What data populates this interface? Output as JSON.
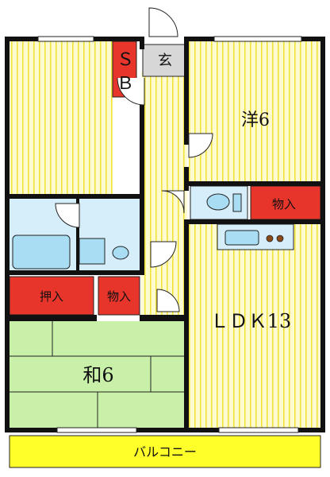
{
  "rooms": {
    "western_room": "洋6",
    "japanese_room": "和6",
    "ldk": "ＬＤＫ13",
    "entrance": "玄",
    "balcony": "バルコニー",
    "sb_top": "Ｓ",
    "sb_bottom": "Ｂ",
    "closet_upper": "物入",
    "closet_lower": "物入",
    "oshiire": "押入"
  },
  "colors": {
    "wall": "#111111",
    "stripe_yellow": "#f7ec4a",
    "floor_bg": "#fffbd0",
    "storage_red": "#e8352b",
    "tatami_green": "#c8f0a8",
    "balcony_yellow": "#ffff2a",
    "wet_area_blue": "#d6eefa",
    "fixture_blue": "#a9ddf4",
    "entrance_gray": "#d7d7d7"
  }
}
